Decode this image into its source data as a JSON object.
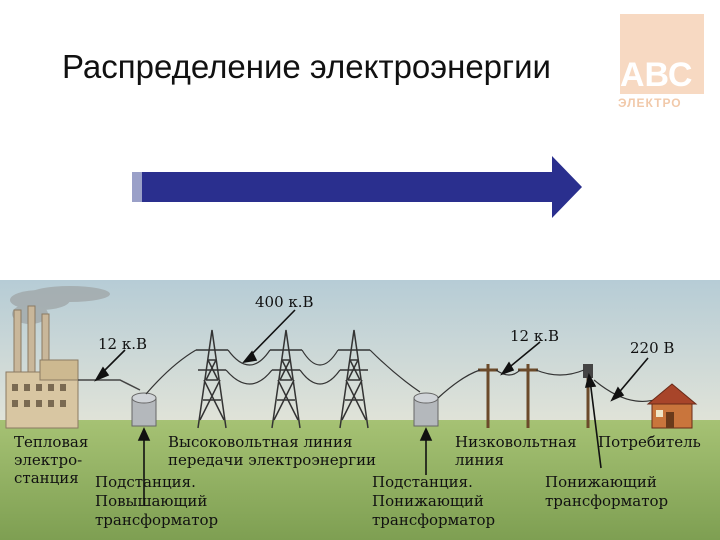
{
  "title": "Распределение электроэнергии",
  "logo": {
    "mark": "АВС",
    "sub": "ЭЛЕКТРО"
  },
  "colors": {
    "arrow": "#2a2f8e",
    "sky_top": "#b9cfd8",
    "grass": "#9cba6a"
  },
  "voltages": {
    "plant": "12 к.В",
    "high": "400 к.В",
    "low": "12 к.В",
    "consumer": "220 В"
  },
  "labels": {
    "plant": [
      "Тепловая",
      "электро-",
      "станция"
    ],
    "hv_line": [
      "Высоковольтная линия",
      "передачи электроэнергии"
    ],
    "lv_line": [
      "Низковольтная",
      "линия"
    ],
    "consumer": "Потребитель",
    "sub_up": [
      "Подстанция.",
      "Повышающий",
      "трансформатор"
    ],
    "sub_down": [
      "Подстанция.",
      "Понижающий",
      "трансформатор"
    ],
    "step_down": [
      "Понижающий",
      "трансформатор"
    ]
  }
}
